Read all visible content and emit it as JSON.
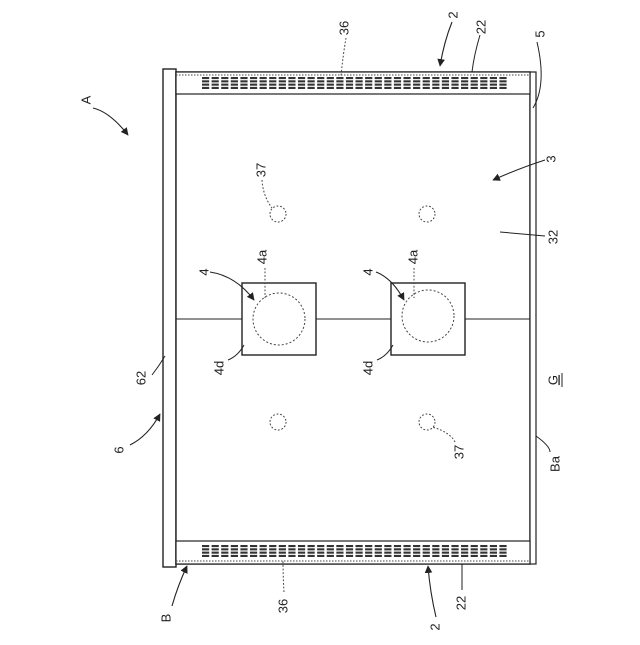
{
  "figure": {
    "labels": {
      "A": "A",
      "B": "B",
      "G": "G",
      "Ba": "Ba",
      "n2_top": "2",
      "n2_bottom": "2",
      "n3": "3",
      "n4_left": "4",
      "n4_right": "4",
      "n4a_left": "4a",
      "n4a_right": "4a",
      "n4d_left": "4d",
      "n4d_right": "4d",
      "n5": "5",
      "n6": "6",
      "n22_top": "22",
      "n22_bottom": "22",
      "n32": "32",
      "n36_top": "36",
      "n36_bottom": "36",
      "n37_top": "37",
      "n37_bottom": "37",
      "n62": "62"
    },
    "vent_slot_count": 32
  }
}
